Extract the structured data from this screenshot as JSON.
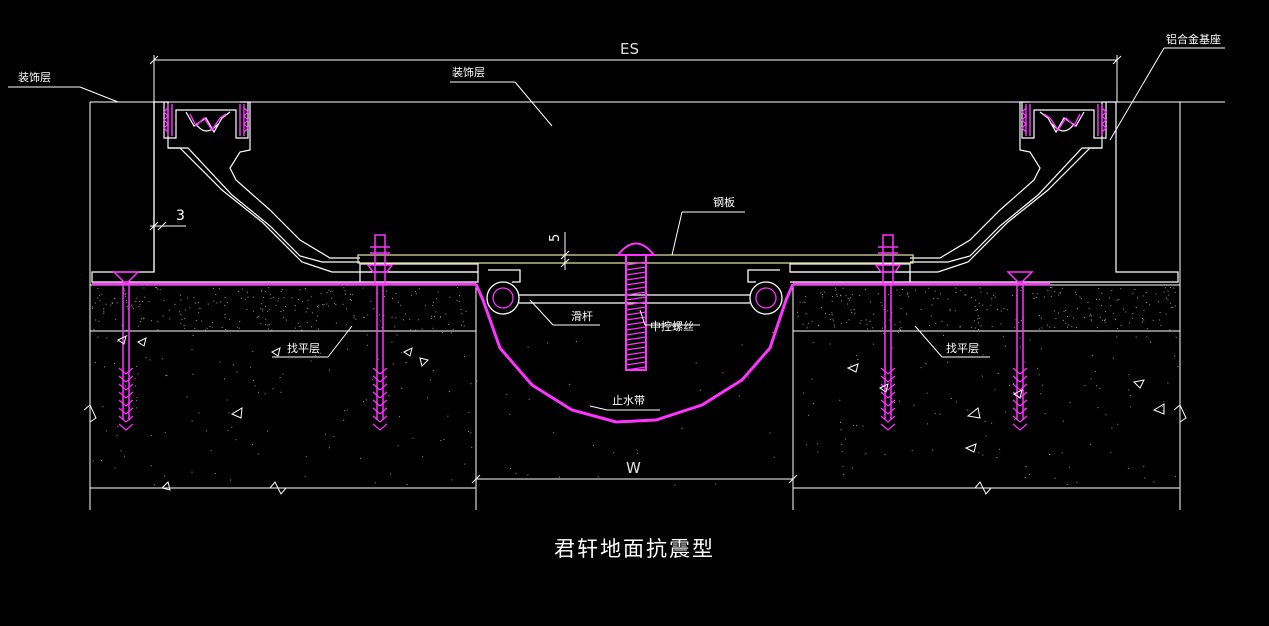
{
  "labels": {
    "decor_left": "装饰层",
    "decor_top": "装饰层",
    "alu_base": "铝合金基座",
    "steel_plate": "钢板",
    "slide_bar": "滑杆",
    "center_screw": "中控螺丝",
    "leveling_left": "找平层",
    "leveling_right": "找平层",
    "waterstop": "止水带"
  },
  "dimensions": {
    "es": "ES",
    "w": "W",
    "gap3": "3",
    "gap5": "5"
  },
  "caption": "君轩地面抗震型",
  "colors": {
    "background": "#000000",
    "line": "#ffffff",
    "magenta": "#ff33ff",
    "steel": "#d8d8a0"
  }
}
